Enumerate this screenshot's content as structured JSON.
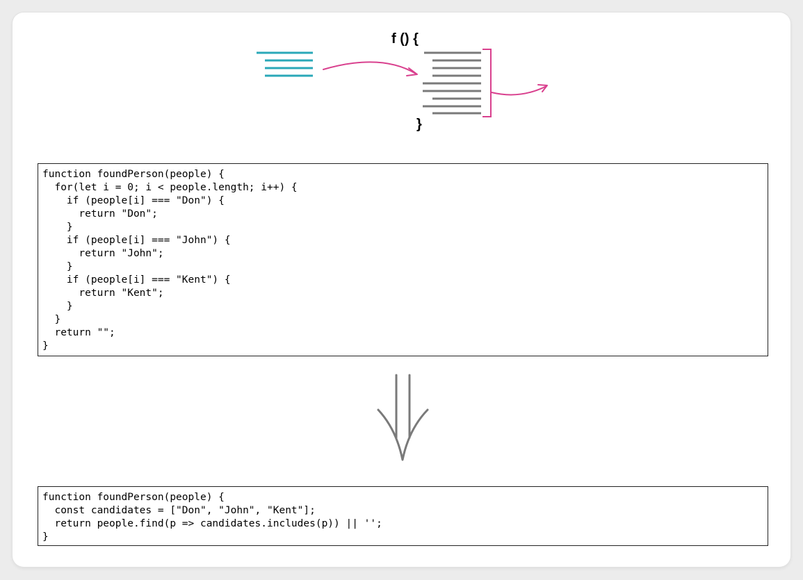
{
  "diagram": {
    "fn_open": "f () {",
    "fn_close": "}",
    "colors": {
      "input_lines": "#2aa8b8",
      "body_lines": "#7a7a7a",
      "arrows": "#d9408e"
    },
    "icons": [
      "input-lines-icon",
      "input-arrow-icon",
      "function-body-lines",
      "output-bracket-icon",
      "output-arrow-icon"
    ]
  },
  "code_before": "function foundPerson(people) {\n  for(let i = 0; i < people.length; i++) {\n    if (people[i] === \"Don\") {\n      return \"Don\";\n    }\n    if (people[i] === \"John\") {\n      return \"John\";\n    }\n    if (people[i] === \"Kent\") {\n      return \"Kent\";\n    }\n  }\n  return \"\";\n}",
  "transition": {
    "icon": "double-down-arrow-icon",
    "color": "#7a7a7a"
  },
  "code_after": "function foundPerson(people) {\n  const candidates = [\"Don\", \"John\", \"Kent\"];\n  return people.find(p => candidates.includes(p)) || '';\n}"
}
